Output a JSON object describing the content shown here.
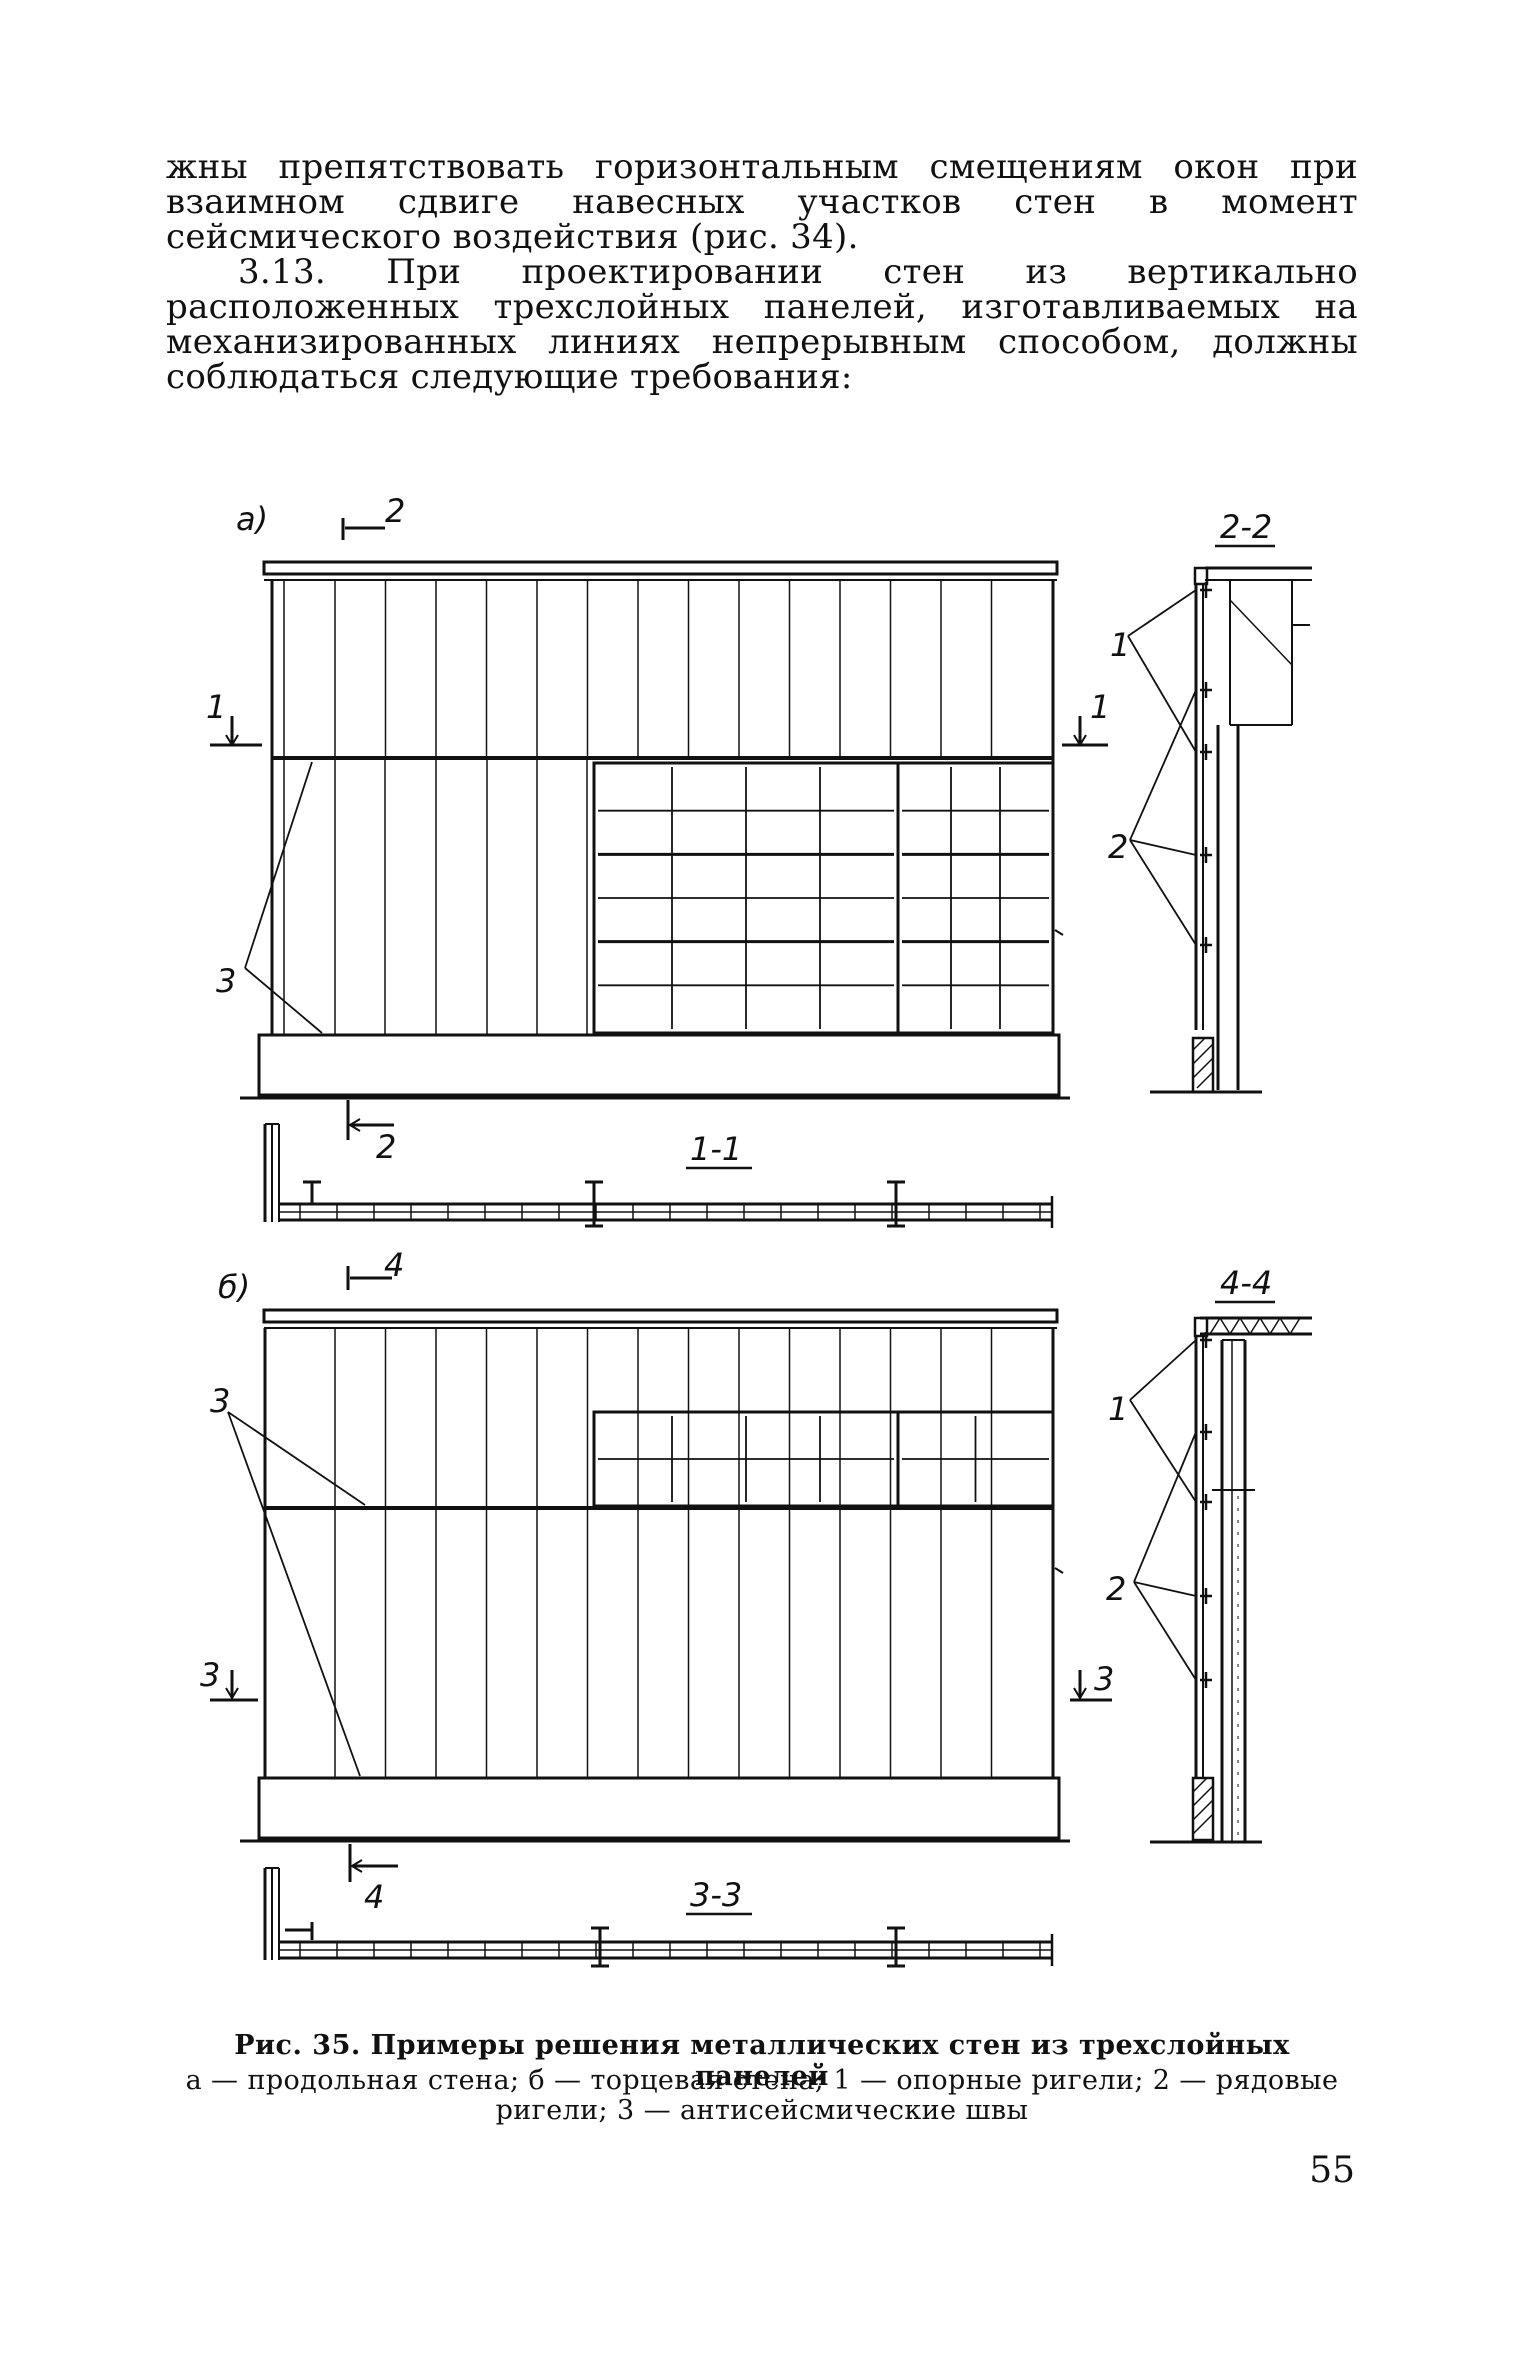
{
  "text": {
    "paragraph_1": "жны препятствовать горизонтальным смещениям окон при взаимном сдвиге навесных участков стен в момент сейсмического воздействия (рис. 34).",
    "paragraph_2": "3.13. При проектировании стен из вертикально расположенных трехслойных панелей, изготавливаемых на механизированных линиях непрерывным способом, должны соблюдаться следующие требования:"
  },
  "figure": {
    "labels": {
      "view_a": "а)",
      "view_b": "б)",
      "section_2_2": "2-2",
      "section_1_1": "1-1",
      "section_4_4": "4-4",
      "section_3_3": "3-3",
      "mark_1": "1",
      "mark_2": "2",
      "mark_3": "3",
      "mark_4": "4"
    }
  },
  "caption": {
    "title": "Рис. 35. Примеры решения металлических стен из трехслойных панелей",
    "legend": "а — продольная стена; б — торцевая стена; 1 — опорные ригели; 2 — рядовые ригели; 3 — антисейсмические швы"
  },
  "page_number": "55",
  "colors": {
    "ink": "#111111",
    "paper": "#ffffff"
  }
}
